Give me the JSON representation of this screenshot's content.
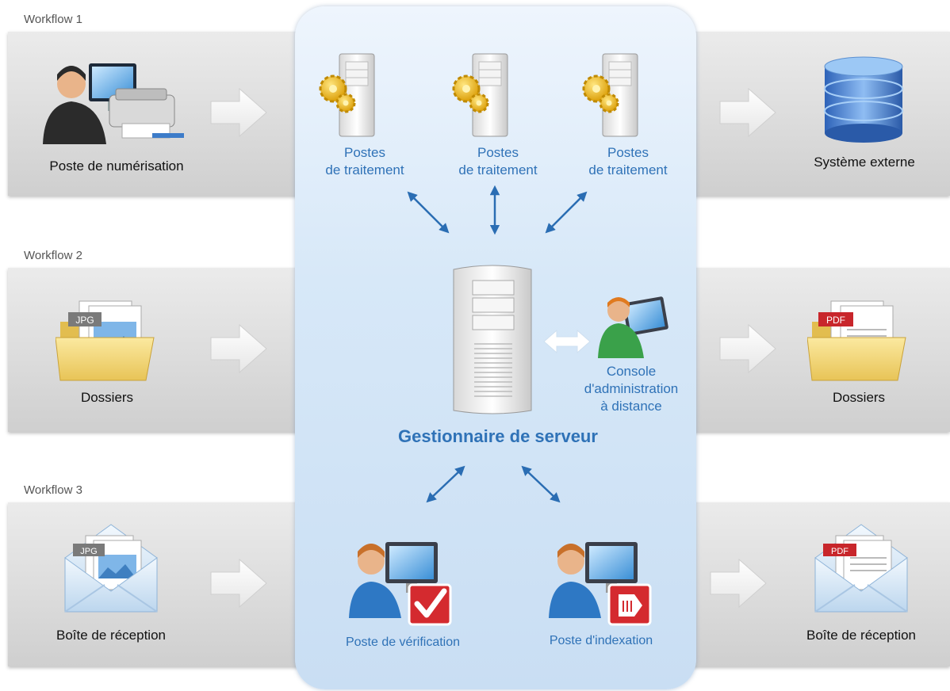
{
  "workflows": [
    {
      "label": "Workflow 1",
      "input": "Poste de numérisation",
      "output": "Système externe"
    },
    {
      "label": "Workflow 2",
      "input": "Dossiers",
      "output": "Dossiers"
    },
    {
      "label": "Workflow 3",
      "input": "Boîte de réception",
      "output": "Boîte de réception"
    }
  ],
  "processing_stations": [
    {
      "line1": "Postes",
      "line2": "de traitement"
    },
    {
      "line1": "Postes",
      "line2": "de traitement"
    },
    {
      "line1": "Postes",
      "line2": "de traitement"
    }
  ],
  "server": {
    "title": "Gestionnaire de serveur"
  },
  "console": {
    "line1": "Console",
    "line2": "d'administration",
    "line3": "à distance"
  },
  "verification": {
    "label": "Poste de vérification"
  },
  "indexation": {
    "label": "Poste d'indexation"
  },
  "badges": {
    "input": "JPG",
    "output": "PDF"
  },
  "colors": {
    "accent": "#2f72b7",
    "arrow": "#2a6db3",
    "band": "#dcdcdc",
    "panel": "#d7e8f8",
    "pdf_red": "#c8262b"
  }
}
